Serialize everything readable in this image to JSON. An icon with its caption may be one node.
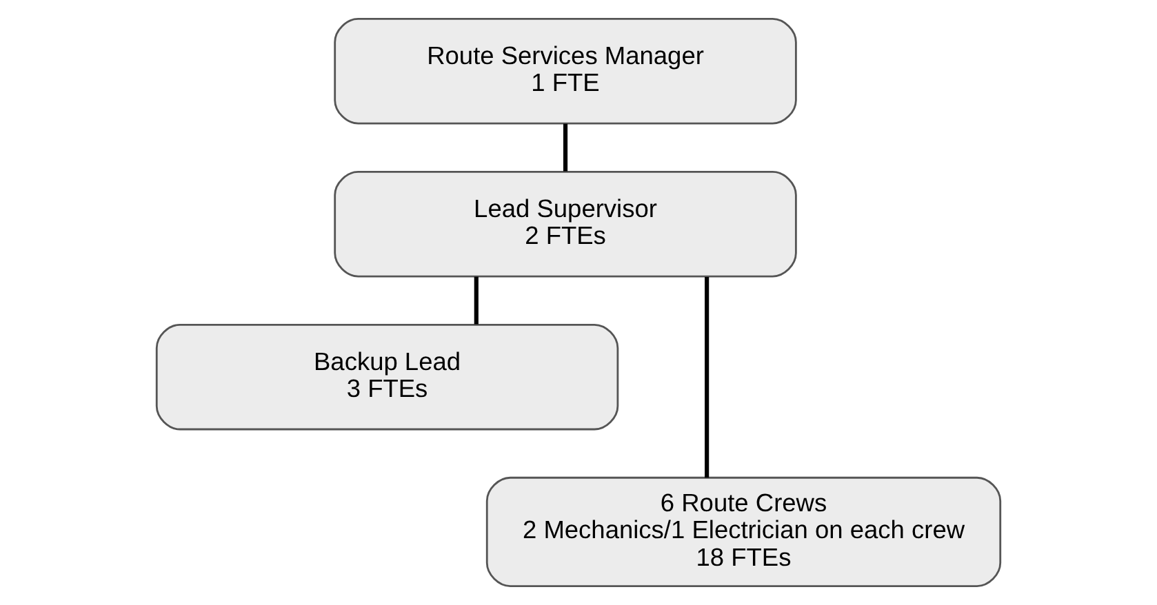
{
  "diagram": {
    "nodes": [
      {
        "text": [
          "Route Services Manager",
          "1 FTE"
        ]
      },
      {
        "text": [
          "Lead Supervisor",
          "2 FTEs"
        ]
      },
      {
        "text": [
          "Backup Lead",
          "3 FTEs"
        ]
      },
      {
        "text": [
          "6 Route Crews",
          "2 Mechanics/1 Electrician on each crew",
          "18 FTEs"
        ]
      }
    ],
    "edges": [
      {
        "from": 0,
        "to": 1,
        "arrow": "none"
      },
      {
        "from": 1,
        "to": 2,
        "arrow": "none"
      },
      {
        "from": 1,
        "to": 3,
        "arrow": "none"
      }
    ]
  }
}
